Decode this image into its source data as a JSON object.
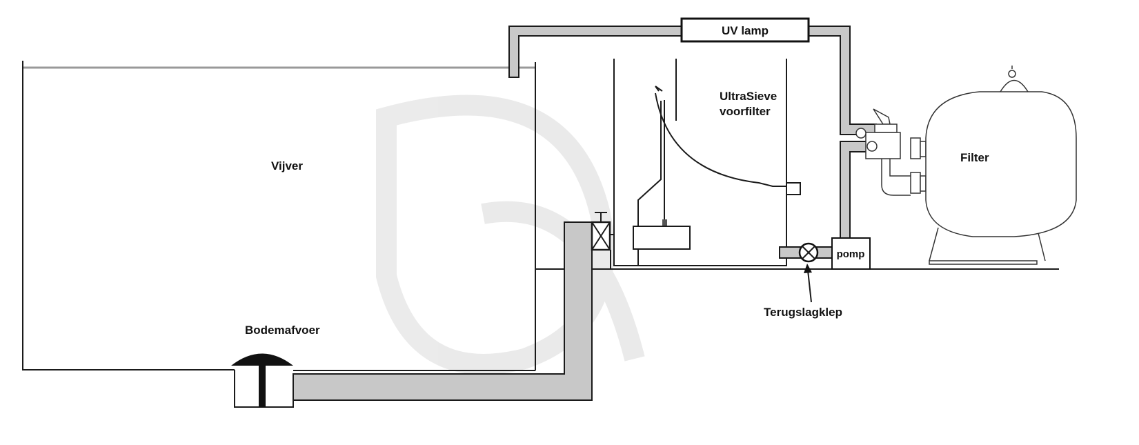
{
  "labels": {
    "uv_lamp": "UV lamp",
    "sieve_line1": "UltraSieve",
    "sieve_line2": "voorfilter",
    "pond": "Vijver",
    "bottom_drain": "Bodemafvoer",
    "filter": "Filter",
    "pump": "pomp",
    "check_valve": "Terugslagklep"
  },
  "colors": {
    "pipe": "#c8c8c8",
    "line": "#1a1a1a"
  }
}
